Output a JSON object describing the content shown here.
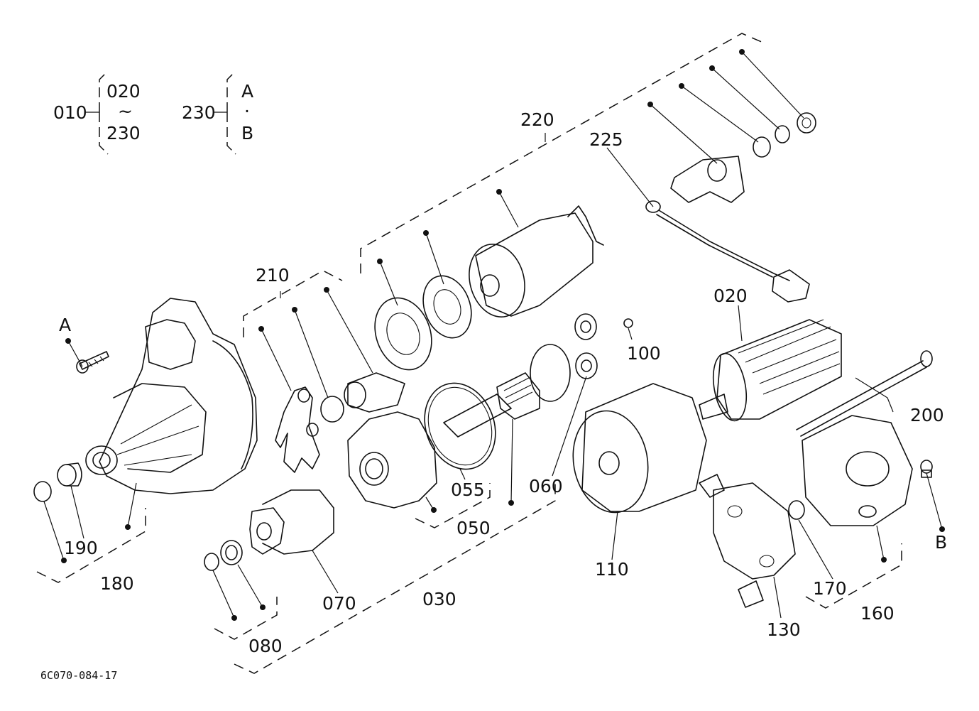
{
  "diagram": {
    "drawing_code": "6C070-084-17",
    "legend": {
      "set_main": "010",
      "set_main_from": "020",
      "set_main_tilde": "~",
      "set_main_to": "230",
      "set_bolts": "230",
      "set_bolts_a": "A",
      "set_bolts_sep": "·",
      "set_bolts_b": "B"
    },
    "labels": {
      "p020": "020",
      "p030": "030",
      "p050": "050",
      "p055": "055",
      "p060": "060",
      "p070": "070",
      "p080": "080",
      "p100": "100",
      "p110": "110",
      "p130": "130",
      "p160": "160",
      "p170": "170",
      "p180": "180",
      "p190": "190",
      "p200": "200",
      "p210": "210",
      "p220": "220",
      "p225": "225",
      "ref_a": "A",
      "ref_b": "B"
    }
  }
}
